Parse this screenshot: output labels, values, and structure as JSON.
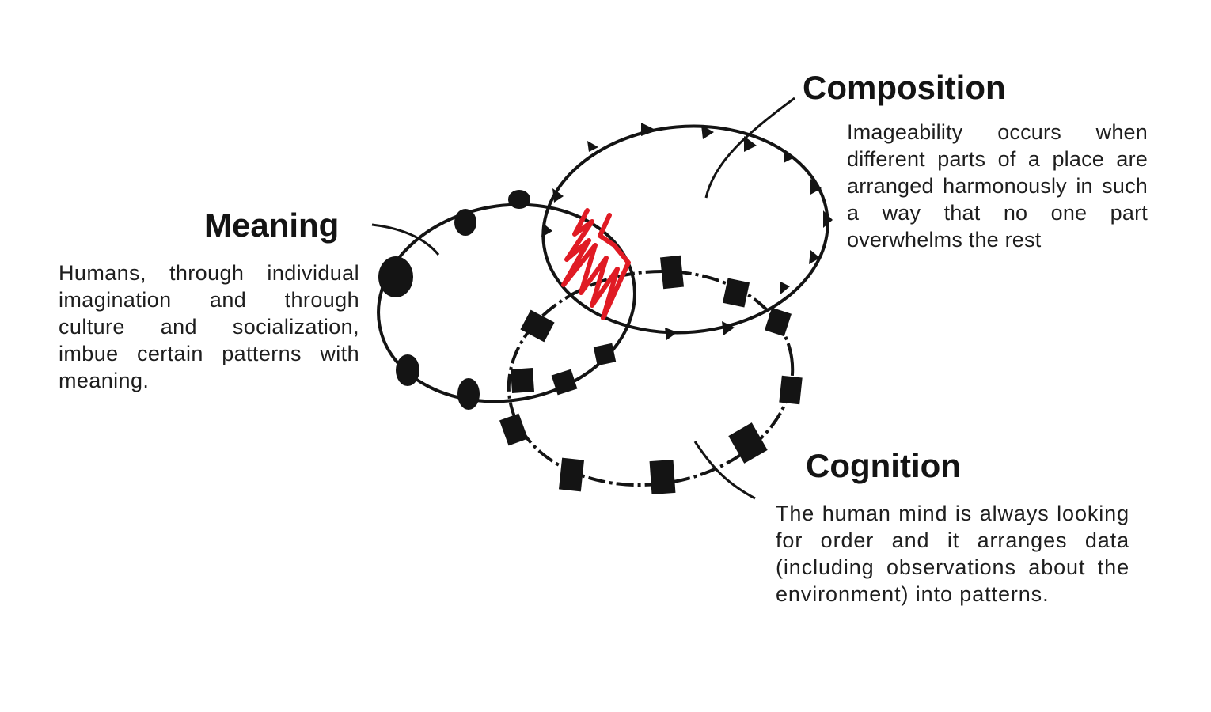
{
  "concepts": {
    "meaning": {
      "title": "Meaning",
      "description": "Humans, through individual imagination and through culture and socialization, imbue certain patterns with meaning."
    },
    "composition": {
      "title": "Composition",
      "description": "Imageability occurs when different parts of a place are arranged harmonously in such a way that no one part overwhelms the rest"
    },
    "cognition": {
      "title": "Cognition",
      "description": "The human mind is always looking for order and it arranges data (including observations about the environment) into patterns."
    }
  },
  "colors": {
    "ink": "#141414",
    "highlight": "#e01b24",
    "background": "#ffffff"
  }
}
